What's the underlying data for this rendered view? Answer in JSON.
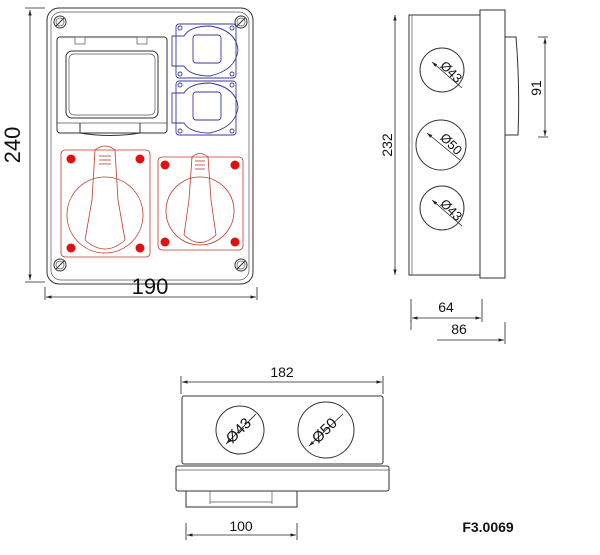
{
  "front_view": {
    "width_label": "190",
    "height_label": "240"
  },
  "side_view": {
    "height_label": "232",
    "handle_label": "91",
    "depth_inner_label": "64",
    "depth_outer_label": "86",
    "holes": [
      "Ø43",
      "Ø50",
      "Ø43"
    ]
  },
  "top_view": {
    "width_label": "182",
    "base_label": "100",
    "holes": [
      "Ø43",
      "Ø50"
    ]
  },
  "product_code": "F3.0069",
  "colors": {
    "cee_sockets": "#e01010",
    "schuko_sockets": "#3a3aa0",
    "lines": "#333333"
  }
}
